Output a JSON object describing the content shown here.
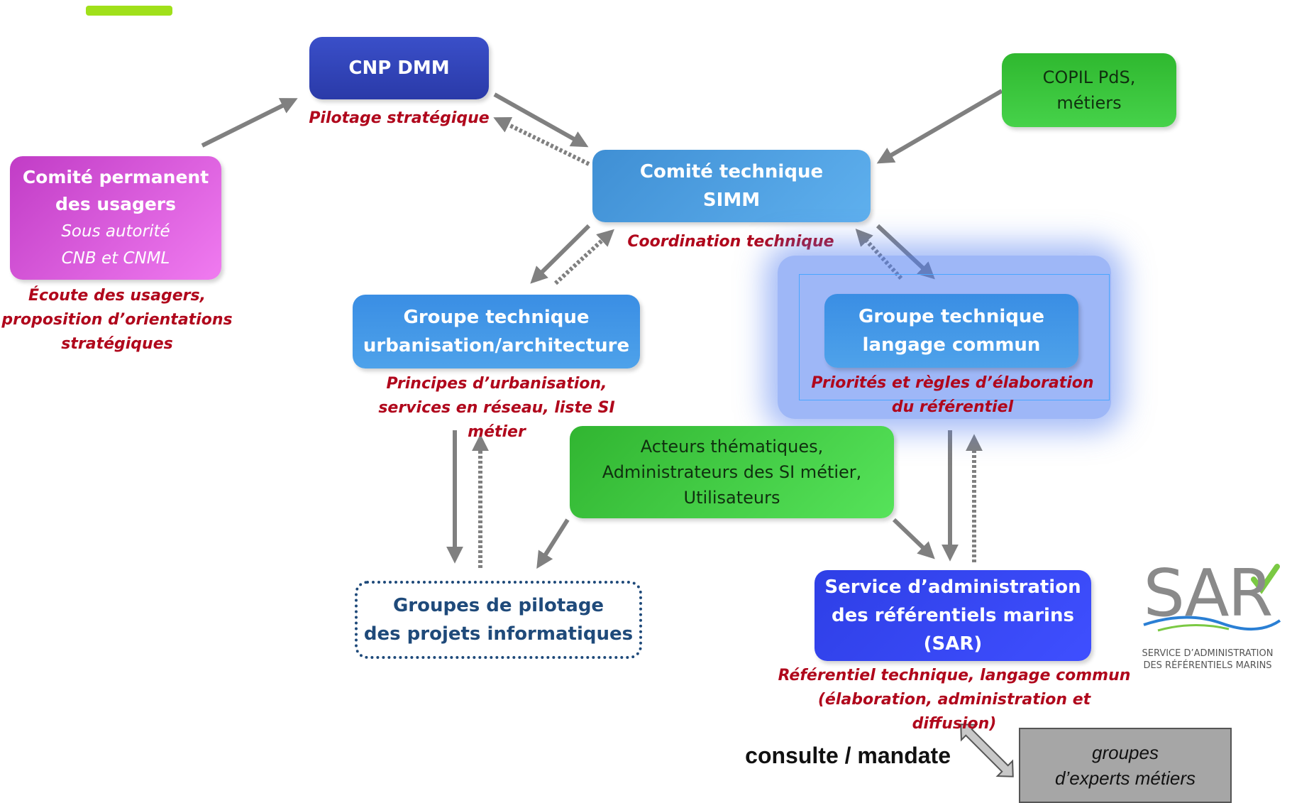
{
  "nodes": {
    "cnp": {
      "title": "CNP DMM",
      "caption": "Pilotage stratégique",
      "color_top": "#3a4fc9",
      "color_bottom": "#2a3aa8"
    },
    "comite_permanent": {
      "title_lines": [
        "Comité permanent",
        "des usagers"
      ],
      "sub_lines": [
        "Sous autorité",
        "CNB et CNML"
      ],
      "caption_lines": [
        "Écoute des usagers,",
        "proposition d’orientations",
        "stratégiques"
      ],
      "color": "#d63fd9"
    },
    "copil": {
      "lines": [
        "COPIL PdS,",
        "métiers"
      ],
      "color": "#2fc12f"
    },
    "comite_technique": {
      "lines": [
        "Comité technique",
        "SIMM"
      ],
      "caption": "Coordination technique",
      "color": "#4aa3e3"
    },
    "gt_urbanisation": {
      "lines": [
        "Groupe technique",
        "urbanisation/architecture"
      ],
      "caption_lines": [
        "Principes d’urbanisation,",
        "services en réseau, liste SI métier"
      ],
      "color": "#3f96e6"
    },
    "gt_langage": {
      "lines": [
        "Groupe technique",
        "langage commun"
      ],
      "caption_lines": [
        "Priorités et règles d’élaboration",
        "du référentiel"
      ],
      "color": "#3f96e6",
      "glow": "#4f7bf0"
    },
    "acteurs": {
      "lines": [
        "Acteurs thématiques,",
        "Administrateurs des SI métier,",
        "Utilisateurs"
      ],
      "color": "#3fcf3f"
    },
    "groupes_pilotage": {
      "lines": [
        "Groupes de pilotage",
        "des projets informatiques"
      ],
      "color": "#1f4a7a"
    },
    "sar": {
      "lines": [
        "Service d’administration",
        "des référentiels marins",
        "(SAR)"
      ],
      "caption_lines": [
        "Référentiel technique, langage commun",
        "(élaboration, administration et diffusion)"
      ],
      "color": "#2f3ee8"
    },
    "experts": {
      "lines": [
        "groupes",
        "d’experts métiers"
      ],
      "color": "#a6a6a6"
    }
  },
  "consulte_label": "consulte / mandate",
  "logo": {
    "text": "SAR",
    "sub_lines": [
      "SERVICE D’ADMINISTRATION",
      "DES RÉFÉRENTIELS MARINS"
    ],
    "accent": "#7ac943",
    "wave": "#2a7fd4"
  },
  "colors": {
    "caption_red": "#b0071c",
    "arrow_gray": "#808080",
    "top_bar": "#a0e01a"
  }
}
